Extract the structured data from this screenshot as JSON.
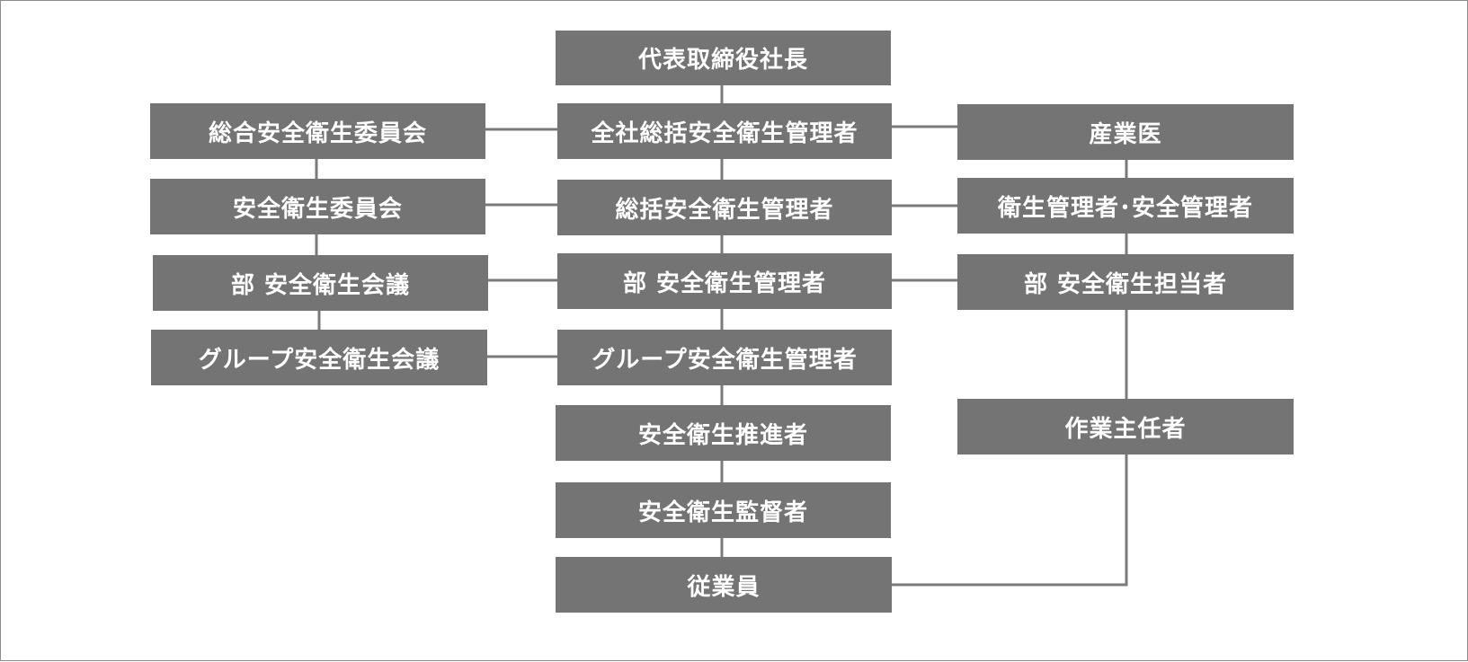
{
  "center": [
    "代表取締役社長",
    "全社総括安全衛生管理者",
    "総括安全衛生管理者",
    "部 安全衛生管理者",
    "グループ安全衛生管理者",
    "安全衛生推進者",
    "安全衛生監督者",
    "従業員"
  ],
  "left": [
    "総合安全衛生委員会",
    "安全衛生委員会",
    "部 安全衛生会議",
    "グループ安全衛生会議"
  ],
  "right": [
    "産業医",
    "衛生管理者･安全管理者",
    "部 安全衛生担当者",
    "作業主任者"
  ],
  "colors": {
    "box_fill": "#747474",
    "box_text": "#ffffff",
    "connector": "#7a7a7a",
    "frame": "#8c8c8c"
  }
}
